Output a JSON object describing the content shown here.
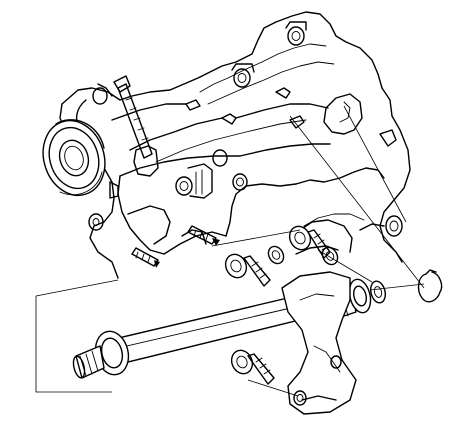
{
  "diagram": {
    "kind": "exploded-view line drawing",
    "colors": {
      "line": "#000000",
      "background": "#ffffff"
    },
    "parts": [
      "engine-block",
      "crank-pulley",
      "intermediate-shaft",
      "bearing-support-bracket",
      "bracket-bolts",
      "dowel-pins",
      "circlip"
    ]
  }
}
